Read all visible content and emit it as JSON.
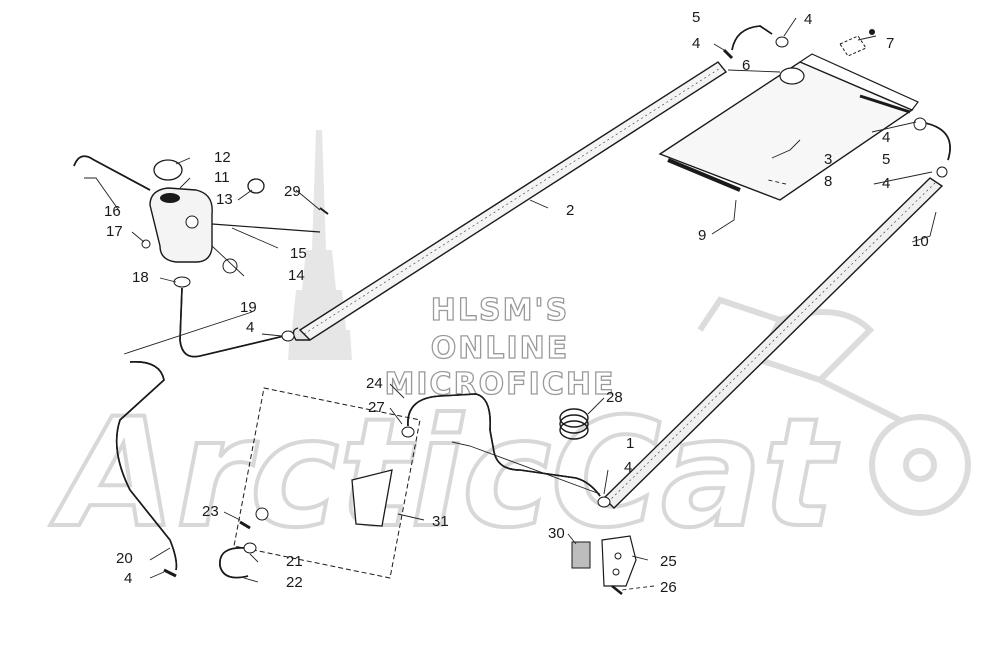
{
  "watermark": {
    "line1": "HLSM'S",
    "line2": "ONLINE",
    "line3": "MICROFICHE",
    "brand": "ArcticCat"
  },
  "colors": {
    "ink": "#1a1a1a",
    "watermark_gray": "#d8d8d8",
    "background": "#ffffff"
  },
  "callouts": [
    {
      "id": "c1",
      "label": "1"
    },
    {
      "id": "c2",
      "label": "2"
    },
    {
      "id": "c3",
      "label": "3"
    },
    {
      "id": "c4a",
      "label": "4"
    },
    {
      "id": "c4b",
      "label": "4"
    },
    {
      "id": "c4c",
      "label": "4"
    },
    {
      "id": "c4d",
      "label": "4"
    },
    {
      "id": "c4e",
      "label": "4"
    },
    {
      "id": "c4f",
      "label": "4"
    },
    {
      "id": "c4g",
      "label": "4"
    },
    {
      "id": "c5a",
      "label": "5"
    },
    {
      "id": "c5b",
      "label": "5"
    },
    {
      "id": "c6",
      "label": "6"
    },
    {
      "id": "c7",
      "label": "7"
    },
    {
      "id": "c8",
      "label": "8"
    },
    {
      "id": "c9",
      "label": "9"
    },
    {
      "id": "c10",
      "label": "10"
    },
    {
      "id": "c11",
      "label": "11"
    },
    {
      "id": "c12",
      "label": "12"
    },
    {
      "id": "c13",
      "label": "13"
    },
    {
      "id": "c14",
      "label": "14"
    },
    {
      "id": "c15",
      "label": "15"
    },
    {
      "id": "c16",
      "label": "16"
    },
    {
      "id": "c17",
      "label": "17"
    },
    {
      "id": "c18",
      "label": "18"
    },
    {
      "id": "c19",
      "label": "19"
    },
    {
      "id": "c20",
      "label": "20"
    },
    {
      "id": "c21",
      "label": "21"
    },
    {
      "id": "c22",
      "label": "22"
    },
    {
      "id": "c23",
      "label": "23"
    },
    {
      "id": "c24",
      "label": "24"
    },
    {
      "id": "c25",
      "label": "25"
    },
    {
      "id": "c26",
      "label": "26"
    },
    {
      "id": "c27",
      "label": "27"
    },
    {
      "id": "c28",
      "label": "28"
    },
    {
      "id": "c29",
      "label": "29"
    },
    {
      "id": "c30",
      "label": "30"
    },
    {
      "id": "c31",
      "label": "31"
    }
  ]
}
